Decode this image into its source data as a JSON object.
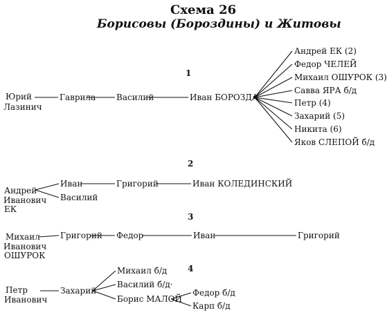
{
  "title": "Схема 26",
  "subtitle": "Борисовы (Бороздины) и Житовы",
  "sections": [
    {
      "number": "1",
      "root": [
        "Юрий",
        "Лазинич"
      ],
      "chain": [
        "Гаврила",
        "Василий",
        "Иван БОРОЗДА"
      ],
      "children": [
        "Андрей ЕК (2)",
        "Федор ЧЕЛЕЙ",
        "Михаил ОШУРОК (3)",
        "Савва ЯРА б/д",
        "Петр (4)",
        "Захарий (5)",
        "Никита (6)",
        "Яков СЛЕПОЙ б/д"
      ]
    },
    {
      "number": "2",
      "root": [
        "Андрей",
        "Иванович",
        "ЕК"
      ],
      "branch1": [
        "Иван",
        "Григорий",
        "Иван КОЛЕДИНСКИЙ"
      ],
      "branch2": [
        "Василий"
      ]
    },
    {
      "number": "3",
      "root": [
        "Михаил",
        "Иванович",
        "ОШУРОК"
      ],
      "chain": [
        "Григорий",
        "Федор",
        "Иван",
        "Григорий"
      ]
    },
    {
      "number": "4",
      "root": [
        "Петр",
        "Иванович"
      ],
      "chain": [
        "Захарий"
      ],
      "children": [
        "Михаил б/д",
        "Василий б/д·",
        "Борис МАЛОЙ"
      ],
      "grandchildren": [
        "Федор б/д",
        "Карп б/д"
      ]
    }
  ]
}
